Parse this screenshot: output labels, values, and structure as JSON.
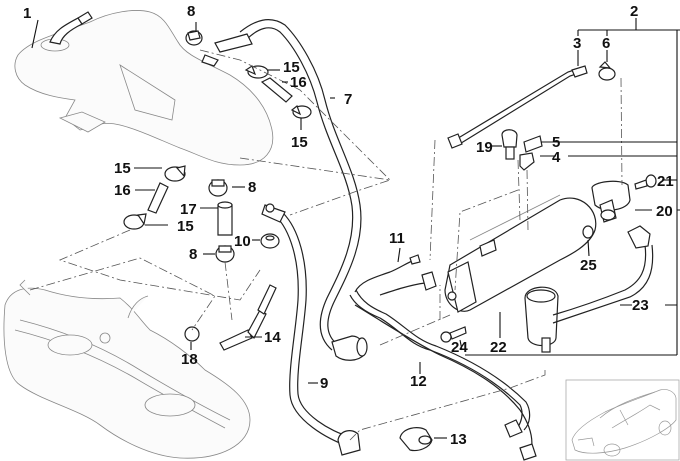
{
  "diagram": {
    "type": "exploded-parts-diagram",
    "subject": "Fuel tank ventilation / activated carbon canister assembly",
    "callouts": [
      {
        "id": "c1",
        "label": "1",
        "part": "fuel-filler-tank-section"
      },
      {
        "id": "c2",
        "label": "2",
        "part": "canister-assembly-group"
      },
      {
        "id": "c3",
        "label": "3",
        "part": "vent-line"
      },
      {
        "id": "c4",
        "label": "4",
        "part": "holder"
      },
      {
        "id": "c5",
        "label": "5",
        "part": "rubber-sleeve"
      },
      {
        "id": "c6",
        "label": "6",
        "part": "hose-clamp"
      },
      {
        "id": "c7",
        "label": "7",
        "part": "vent-hose"
      },
      {
        "id": "c8a",
        "label": "8",
        "part": "hose-clamp"
      },
      {
        "id": "c8b",
        "label": "8",
        "part": "hose-clamp"
      },
      {
        "id": "c8c",
        "label": "8",
        "part": "hose-clamp"
      },
      {
        "id": "c9",
        "label": "9",
        "part": "vent-hose"
      },
      {
        "id": "c10",
        "label": "10",
        "part": "grommet"
      },
      {
        "id": "c11",
        "label": "11",
        "part": "vent-line"
      },
      {
        "id": "c12",
        "label": "12",
        "part": "fuel-line"
      },
      {
        "id": "c13",
        "label": "13",
        "part": "connector"
      },
      {
        "id": "c14",
        "label": "14",
        "part": "hose-with-connector"
      },
      {
        "id": "c15a",
        "label": "15",
        "part": "hose-clamp"
      },
      {
        "id": "c15b",
        "label": "15",
        "part": "hose-clamp"
      },
      {
        "id": "c15c",
        "label": "15",
        "part": "hose-clamp"
      },
      {
        "id": "c15d",
        "label": "15",
        "part": "hose-clamp"
      },
      {
        "id": "c16a",
        "label": "16",
        "part": "hose"
      },
      {
        "id": "c16b",
        "label": "16",
        "part": "hose"
      },
      {
        "id": "c17",
        "label": "17",
        "part": "hose"
      },
      {
        "id": "c18",
        "label": "18",
        "part": "hose-clamp"
      },
      {
        "id": "c19",
        "label": "19",
        "part": "bolt"
      },
      {
        "id": "c20",
        "label": "20",
        "part": "valve"
      },
      {
        "id": "c21",
        "label": "21",
        "part": "filter"
      },
      {
        "id": "c22",
        "label": "22",
        "part": "activated-carbon-canister"
      },
      {
        "id": "c23",
        "label": "23",
        "part": "vent-hose-with-filter"
      },
      {
        "id": "c24",
        "label": "24",
        "part": "screw"
      },
      {
        "id": "c25",
        "label": "25",
        "part": "seal"
      }
    ],
    "thumbnail": {
      "label": "vehicle-location-thumbnail"
    }
  }
}
